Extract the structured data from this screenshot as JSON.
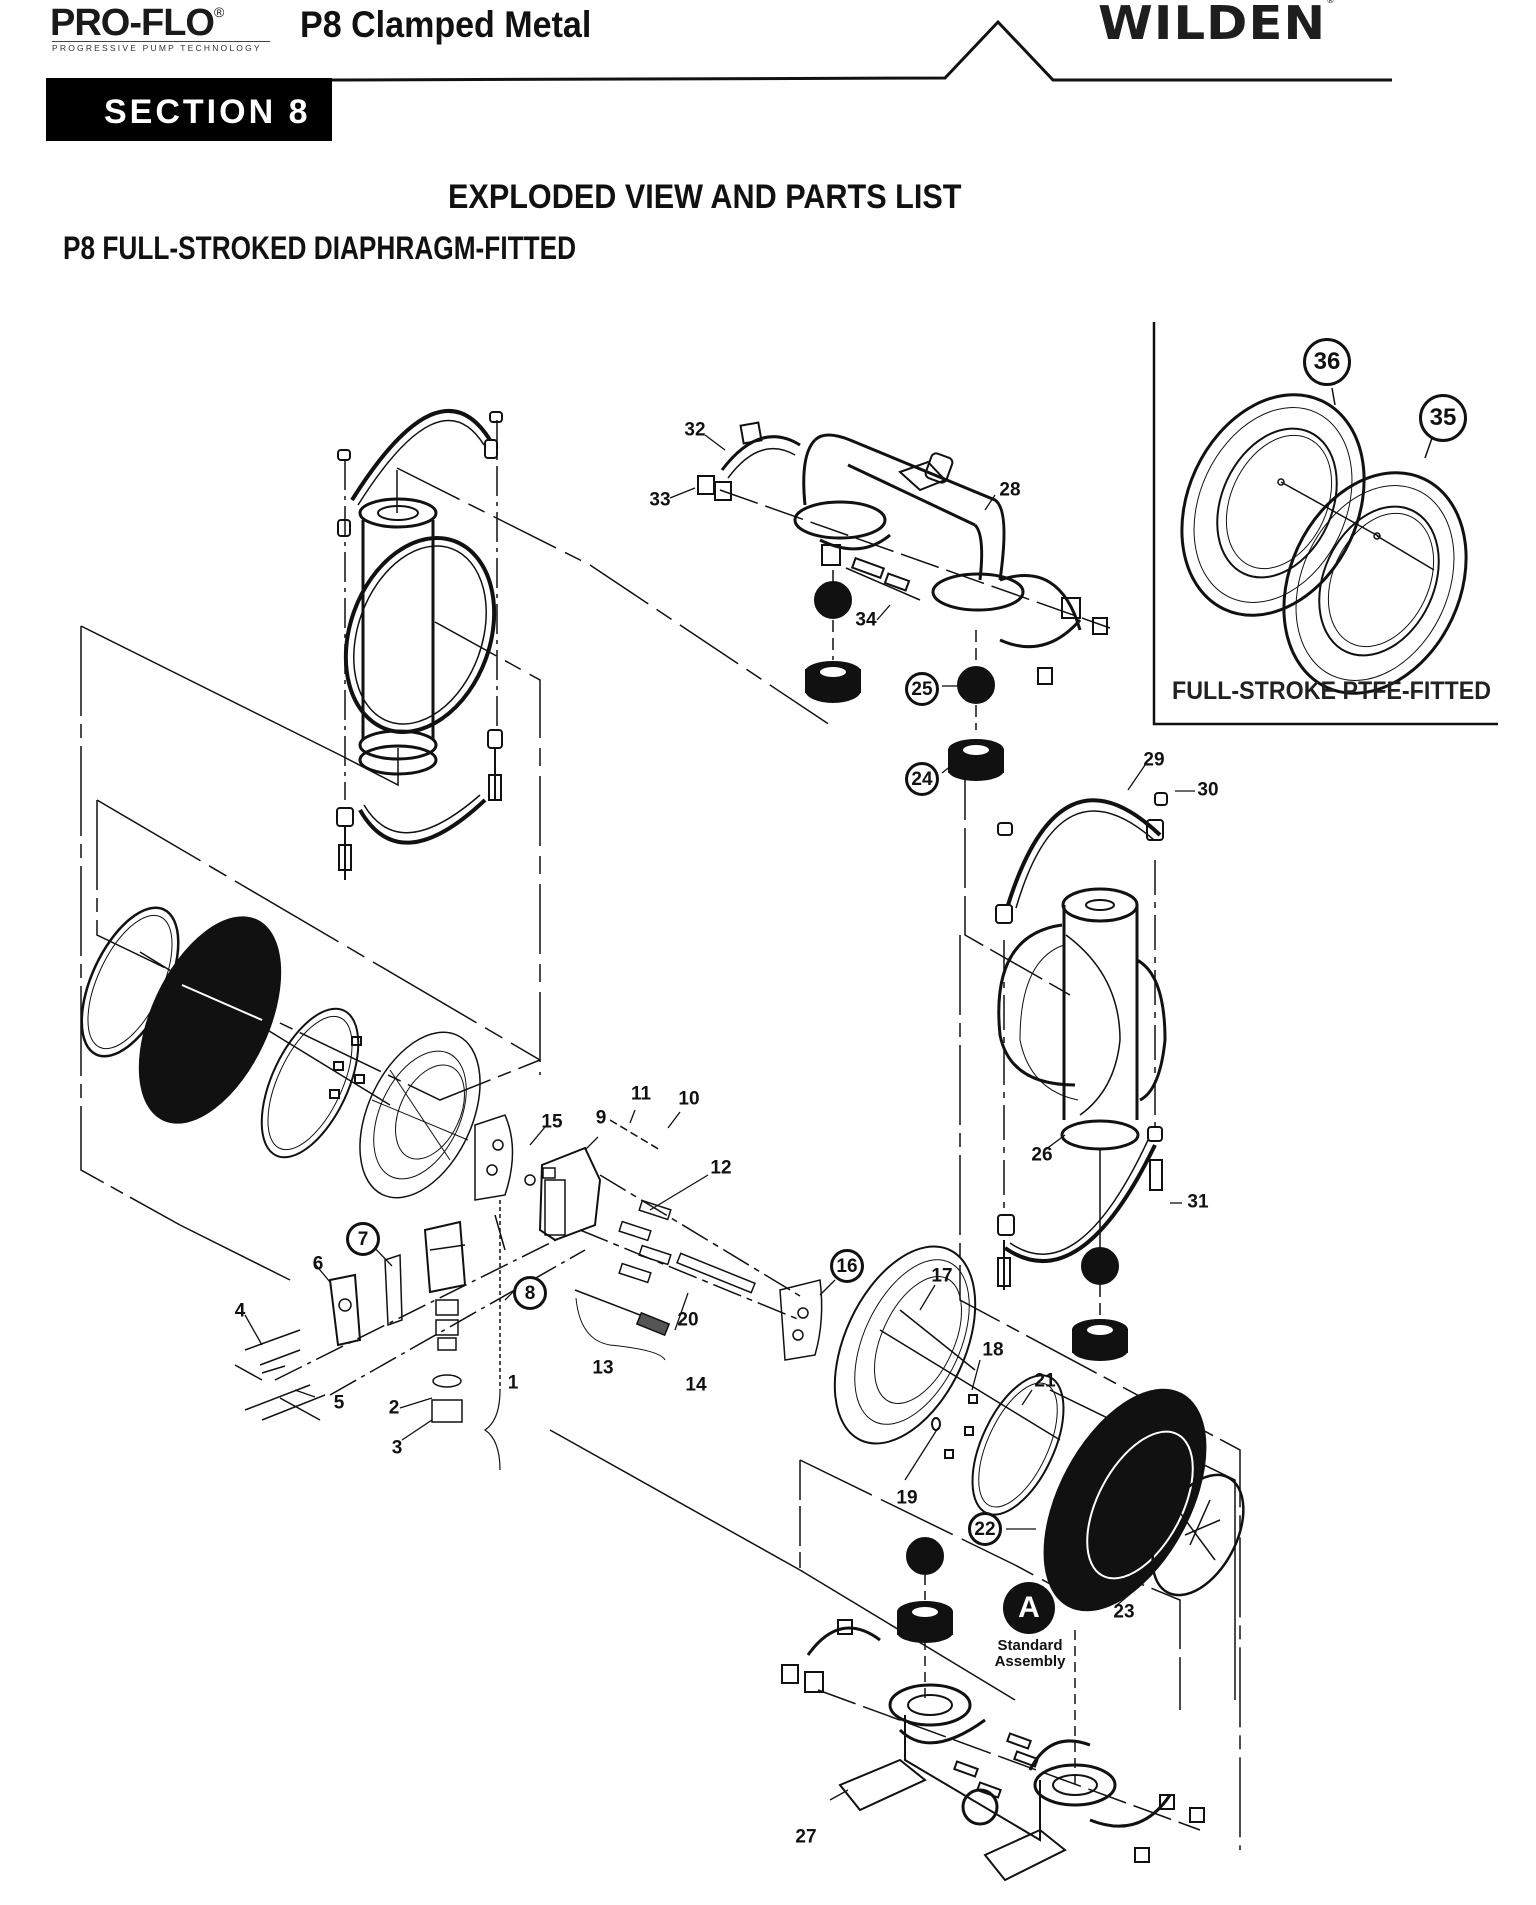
{
  "header": {
    "brand_logo": "PRO-FLO",
    "brand_registered": "®",
    "brand_tagline": "PROGRESSIVE PUMP TECHNOLOGY",
    "document_title": "P8 Clamped Metal",
    "manufacturer_logo": "WILDEN",
    "manufacturer_registered": "®",
    "section_label": "SECTION 8"
  },
  "main_heading": "EXPLODED VIEW AND PARTS LIST",
  "sub_heading": "P8 FULL-STROKED DIAPHRAGM-FITTED",
  "inset": {
    "caption": "FULL-STROKE PTFE-FITTED",
    "callouts": [
      {
        "id": "36",
        "circled": true
      },
      {
        "id": "35",
        "circled": true
      }
    ]
  },
  "callouts": [
    {
      "id": "1",
      "circled": false
    },
    {
      "id": "2",
      "circled": false
    },
    {
      "id": "3",
      "circled": false
    },
    {
      "id": "4",
      "circled": false
    },
    {
      "id": "5",
      "circled": false
    },
    {
      "id": "6",
      "circled": false
    },
    {
      "id": "7",
      "circled": true
    },
    {
      "id": "8",
      "circled": true
    },
    {
      "id": "9",
      "circled": false
    },
    {
      "id": "10",
      "circled": false
    },
    {
      "id": "11",
      "circled": false
    },
    {
      "id": "12",
      "circled": false
    },
    {
      "id": "13",
      "circled": false
    },
    {
      "id": "14",
      "circled": false
    },
    {
      "id": "15",
      "circled": false
    },
    {
      "id": "16",
      "circled": true
    },
    {
      "id": "17",
      "circled": false
    },
    {
      "id": "18",
      "circled": false
    },
    {
      "id": "19",
      "circled": false
    },
    {
      "id": "20",
      "circled": false
    },
    {
      "id": "21",
      "circled": false
    },
    {
      "id": "22",
      "circled": true
    },
    {
      "id": "23",
      "circled": false
    },
    {
      "id": "24",
      "circled": true
    },
    {
      "id": "25",
      "circled": true
    },
    {
      "id": "26",
      "circled": false
    },
    {
      "id": "27",
      "circled": false
    },
    {
      "id": "28",
      "circled": false
    },
    {
      "id": "29",
      "circled": false
    },
    {
      "id": "30",
      "circled": false
    },
    {
      "id": "31",
      "circled": false
    },
    {
      "id": "32",
      "circled": false
    },
    {
      "id": "33",
      "circled": false
    },
    {
      "id": "34",
      "circled": false
    }
  ],
  "assembly_marker": {
    "letter": "A",
    "label_line1": "Standard",
    "label_line2": "Assembly"
  },
  "colors": {
    "ink": "#111111",
    "background": "#ffffff",
    "badge_background": "#000000",
    "badge_text": "#ffffff"
  }
}
